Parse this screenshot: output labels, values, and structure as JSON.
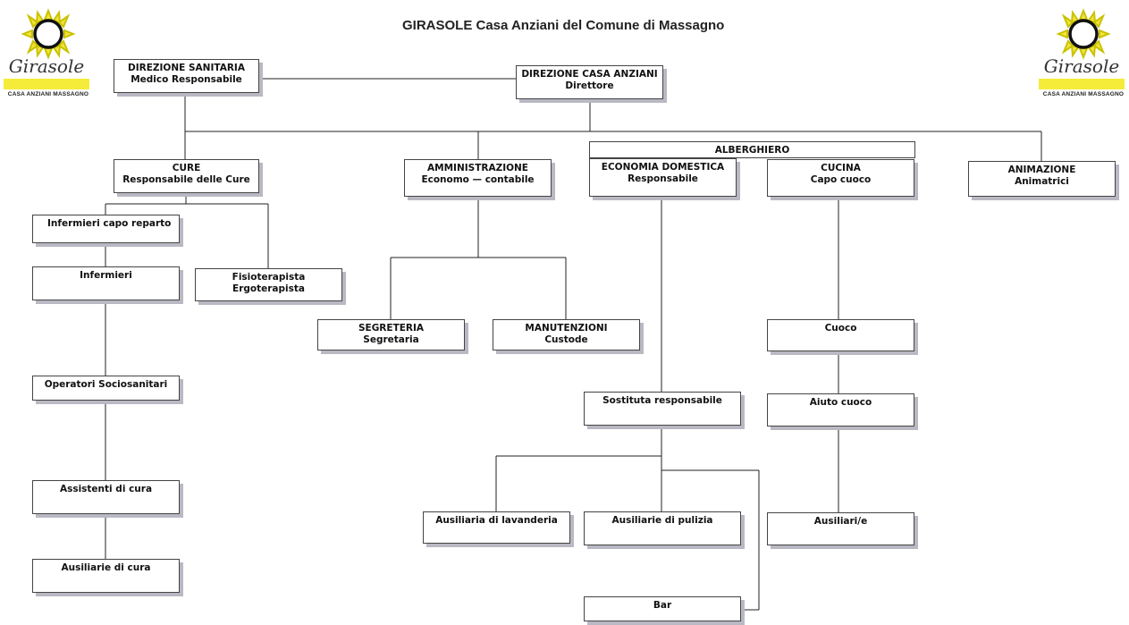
{
  "title": "GIRASOLE Casa Anziani del Comune di Massagno",
  "logo": {
    "brand": "Girasole",
    "subtitle": "CASA ANZIANI MASSAGNO",
    "icon": "sunflower-icon",
    "accent": "#f5ec3a"
  },
  "colors": {
    "box_border": "#444444",
    "box_shadow": "#b9b9c4",
    "line": "#222222"
  },
  "nodes": {
    "direzione_sanitaria": {
      "line1": "DIREZIONE SANITARIA",
      "line2": "Medico Responsabile"
    },
    "direzione_casa": {
      "line1": "DIREZIONE CASA ANZIANI",
      "line2": "Direttore"
    },
    "alberghiero": {
      "line1": "ALBERGHIERO"
    },
    "cure": {
      "line1": "CURE",
      "line2": "Responsabile delle Cure"
    },
    "amministrazione": {
      "line1": "AMMINISTRAZIONE",
      "line2": "Economo — contabile"
    },
    "economia": {
      "line1": "ECONOMIA DOMESTICA",
      "line2": "Responsabile"
    },
    "cucina": {
      "line1": "CUCINA",
      "line2": "Capo cuoco"
    },
    "animazione": {
      "line1": "ANIMAZIONE",
      "line2": "Animatrici"
    },
    "infermieri_capo": {
      "line1": "Infermieri capo reparto"
    },
    "infermieri": {
      "line1": "Infermieri"
    },
    "fisioterapista": {
      "line1": "Fisioterapista",
      "line2": "Ergoterapista"
    },
    "segreteria": {
      "line1": "SEGRETERIA",
      "line2": "Segretaria"
    },
    "manutenzioni": {
      "line1": "MANUTENZIONI",
      "line2": "Custode"
    },
    "cuoco": {
      "line1": "Cuoco"
    },
    "operatori": {
      "line1": "Operatori Sociosanitari"
    },
    "sostituta": {
      "line1": "Sostituta responsabile"
    },
    "aiuto_cuoco": {
      "line1": "Aiuto cuoco"
    },
    "assistenti": {
      "line1": "Assistenti di cura"
    },
    "ausiliaria_lavanderia": {
      "line1": "Ausiliaria di lavanderia"
    },
    "ausiliarie_pulizia": {
      "line1": "Ausiliarie di pulizia"
    },
    "ausiliari_cucina": {
      "line1": "Ausiliari/e"
    },
    "ausiliarie_cura": {
      "line1": "Ausiliarie di cura"
    },
    "bar": {
      "line1": "Bar"
    }
  }
}
